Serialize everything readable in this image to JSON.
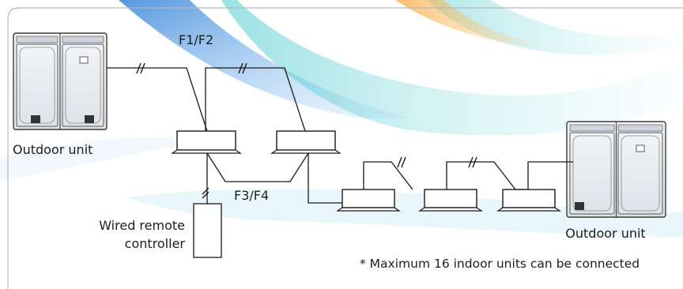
{
  "labels": {
    "outdoor_unit_left": "Outdoor unit",
    "outdoor_unit_right": "Outdoor unit",
    "f1_f2": "F1/F2",
    "f3_f4": "F3/F4",
    "wired_remote_line1": "Wired remote",
    "wired_remote_line2": "controller",
    "note": "* Maximum 16 indoor units can be connected"
  },
  "colors": {
    "wire": "#1a1a1a",
    "frame": "#b8b8b8",
    "unit_stroke": "#3a3a3a",
    "outdoor_fill": "#e9edf0",
    "background_swirl_blue": "#3c8fe0",
    "background_swirl_teal": "#3fc9c2",
    "background_swirl_orange": "#f6b24a"
  },
  "icons": {
    "outdoor_unit": "outdoor-unit-icon",
    "indoor_unit": "cassette-indoor-unit-icon",
    "remote": "wired-remote-icon",
    "wire_break": "double-slash-break-icon"
  }
}
